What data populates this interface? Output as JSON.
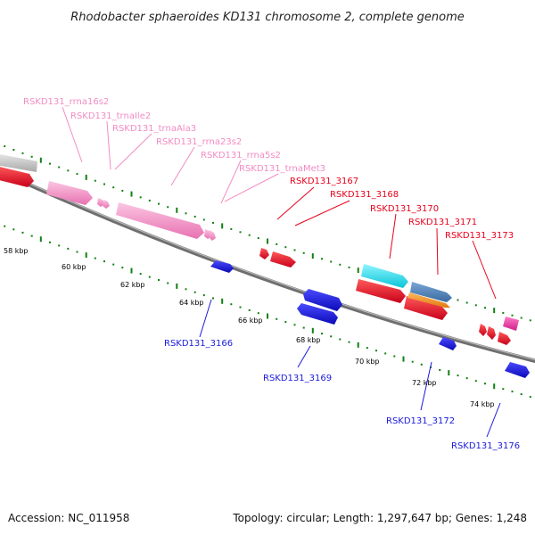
{
  "title": "Rhodobacter sphaeroides KD131 chromosome 2, complete genome",
  "footer": {
    "accession": "Accession: NC_011958",
    "summary": "Topology: circular; Length: 1,297,647 bp; Genes: 1,248"
  },
  "scale_labels": [
    "58 kbp",
    "60 kbp",
    "62 kbp",
    "64 kbp",
    "66 kbp",
    "68 kbp",
    "70 kbp",
    "72 kbp",
    "74 kbp"
  ],
  "rna_labels": [
    "RSKD131_rrna16s2",
    "RSKD131_trnaIle2",
    "RSKD131_trnaAla3",
    "RSKD131_rrna23s2",
    "RSKD131_rrna5s2",
    "RSKD131_trnaMet3"
  ],
  "forward_labels": [
    "RSKD131_3167",
    "RSKD131_3168",
    "RSKD131_3170",
    "RSKD131_3171",
    "RSKD131_3173"
  ],
  "reverse_labels": [
    "RSKD131_3166",
    "RSKD131_3169",
    "RSKD131_3172",
    "RSKD131_3176"
  ],
  "colors": {
    "rna": "#f28cc4",
    "forward": "#e8001c",
    "reverse": "#1a1adc",
    "cyan": "#19d8e8",
    "steelblue": "#4a7fb5",
    "orange": "#f0901e",
    "magenta": "#e8309a",
    "gray": "#c0c0c0",
    "backbone": "#777777",
    "ticks": "#118011"
  }
}
